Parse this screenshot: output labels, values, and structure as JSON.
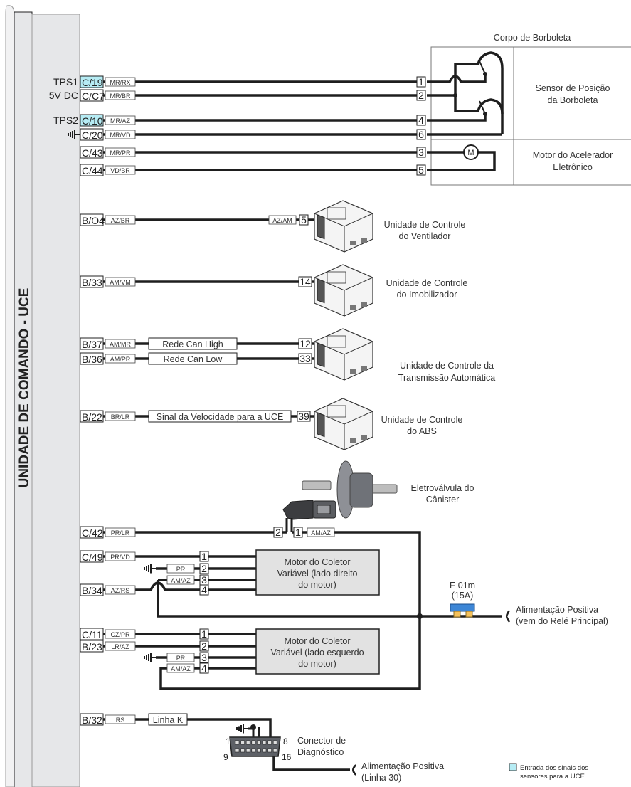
{
  "title": "UNIDADE DE COMANDO - UCE",
  "colors": {
    "sensor_input": "#b6ecf4",
    "fuse_body": "#3d86d6",
    "fuse_terminals": "#f5c15a",
    "wire": "#1e1e1e",
    "uce_fill": "#e6e7e9",
    "component_fill": "#e2e2e2"
  },
  "throttle_body": {
    "title": "Corpo de Borboleta",
    "sensor_label": [
      "Sensor de Posição",
      "da Borboleta"
    ],
    "motor_label": [
      "Motor do Acelerador",
      "Eletrônico"
    ],
    "motor_symbol": "M"
  },
  "circuits": [
    {
      "id": "c19",
      "signal": "TPS1",
      "pin": "C/19",
      "wire": "MR/RX",
      "target_pin": "1",
      "sensor_input": true
    },
    {
      "id": "c07",
      "signal": "5V DC",
      "pin": "C/C7",
      "wire": "MR/BR",
      "target_pin": "2",
      "sensor_input": false
    },
    {
      "id": "c10",
      "signal": "TPS2",
      "pin": "C/10",
      "wire": "MR/AZ",
      "target_pin": "4",
      "sensor_input": true
    },
    {
      "id": "c20",
      "signal": "ground",
      "pin": "C/20",
      "wire": "MR/VD",
      "target_pin": "6",
      "sensor_input": false
    },
    {
      "id": "c43",
      "signal": "",
      "pin": "C/43",
      "wire": "MR/PR",
      "target_pin": "3",
      "sensor_input": false
    },
    {
      "id": "c44",
      "signal": "",
      "pin": "C/44",
      "wire": "VD/BR",
      "target_pin": "5",
      "sensor_input": false
    },
    {
      "id": "b04",
      "pin": "B/O4",
      "wire": "AZ/BR",
      "wire2": "AZ/AM",
      "target_pin": "5",
      "component": [
        "Unidade de Controle",
        "do Ventilador"
      ]
    },
    {
      "id": "b33",
      "pin": "B/33",
      "wire": "AM/VM",
      "target_pin": "14",
      "component": [
        "Unidade de Controle",
        "do Imobilizador"
      ]
    },
    {
      "id": "b37",
      "pin": "B/37",
      "wire": "AM/MR",
      "note": "Rede Can High",
      "target_pin": "12"
    },
    {
      "id": "b36",
      "pin": "B/36",
      "wire": "AM/PR",
      "note": "Rede Can Low",
      "target_pin": "33",
      "component": [
        "Unidade de Controle da",
        "Transmissão Automática"
      ]
    },
    {
      "id": "b22",
      "pin": "B/22",
      "wire": "BR/LR",
      "note": "Sinal da Velocidade para a UCE",
      "target_pin": "39",
      "component": [
        "Unidade de Controle",
        "do ABS"
      ]
    },
    {
      "id": "c42",
      "pin": "C/42",
      "wire": "PR/LR",
      "target_pin": "2",
      "component": [
        "Eletroválvula do",
        "Cânister"
      ],
      "pin1": "1",
      "pin1_wire": "AM/AZ"
    },
    {
      "id": "c49",
      "pin": "C/49",
      "wire": "PR/VD",
      "target_pin": "1"
    },
    {
      "id": "b34",
      "pin": "B/34",
      "wire": "AZ/RS",
      "target_pin": "4"
    },
    {
      "id": "c11",
      "pin": "C/11",
      "wire": "CZ/PR",
      "target_pin": "1"
    },
    {
      "id": "b23",
      "pin": "B/23",
      "wire": "LR/AZ",
      "target_pin": "2"
    },
    {
      "id": "b32",
      "pin": "B/32",
      "wire": "RS",
      "note": "Linha K"
    }
  ],
  "motor_right": {
    "label": [
      "Motor do Coletor",
      "Variável (lado direito",
      "do motor)"
    ],
    "ground_wire": "PR",
    "ground_pin": "2",
    "pos_wire": "AM/AZ",
    "pos_pin": "3"
  },
  "motor_left": {
    "label": [
      "Motor do Coletor",
      "Variável (lado esquerdo",
      "do motor)"
    ],
    "ground_wire": "PR",
    "ground_pin": "3",
    "pos_wire": "AM/AZ",
    "pos_pin": "4"
  },
  "fuse": {
    "name": "F-01m",
    "rating": "(15A)"
  },
  "supply_main": [
    "Alimentação Positiva",
    "(vem do Relé Principal)"
  ],
  "diag": {
    "label": [
      "Conector de",
      "Diagnóstico"
    ],
    "pins": {
      "p1": "1",
      "p8": "8",
      "p9": "9",
      "p16": "16"
    }
  },
  "supply_l30": [
    "Alimentação Positiva",
    "(Linha 30)"
  ],
  "legend": {
    "text": [
      "Entrada dos sinais dos",
      "sensores para a UCE"
    ]
  }
}
